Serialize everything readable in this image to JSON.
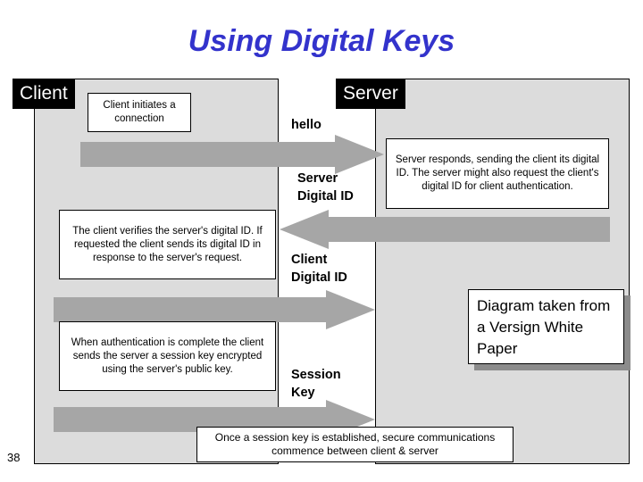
{
  "slide": {
    "title": "Using Digital Keys",
    "title_color": "#3333cc",
    "number": "38",
    "background": "#ffffff",
    "lane_fill": "#dcdcdc",
    "arrow_color": "#a6a6a6"
  },
  "lanes": {
    "client_header": "Client",
    "server_header": "Server"
  },
  "notes": {
    "client_initiates": "Client initiates a connection",
    "server_responds": "Server responds, sending the client its digital ID.  The server might also request the client's digital ID for client authentication.",
    "client_verifies": "The client verifies the server's digital ID.  If requested the client sends its digital ID in response to the server's request.",
    "authentication_complete": "When authentication is complete the client sends the server a session key encrypted using the server's public key.",
    "secure_comms": "Once a session key is established, secure communications commence between client & server"
  },
  "flow_labels": {
    "hello": "hello",
    "server_digital_id": "Server\nDigital ID",
    "client_digital_id": "Client\nDigital ID",
    "session_key": "Session\nKey"
  },
  "callout": {
    "text": "Diagram taken from a Versign White Paper"
  },
  "arrows": [
    {
      "name": "arrow-hello",
      "direction": "right"
    },
    {
      "name": "arrow-server-digital-id",
      "direction": "left"
    },
    {
      "name": "arrow-client-digital-id",
      "direction": "right"
    },
    {
      "name": "arrow-session-key",
      "direction": "right"
    }
  ]
}
